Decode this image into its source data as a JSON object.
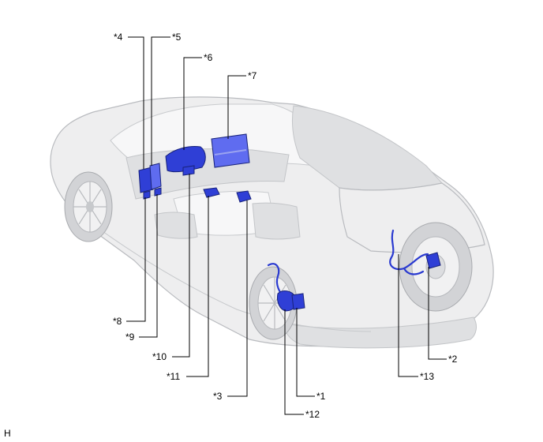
{
  "callouts": [
    {
      "id": "c4",
      "label": "*4"
    },
    {
      "id": "c5",
      "label": "*5"
    },
    {
      "id": "c6",
      "label": "*6"
    },
    {
      "id": "c7",
      "label": "*7"
    },
    {
      "id": "c8",
      "label": "*8"
    },
    {
      "id": "c9",
      "label": "*9"
    },
    {
      "id": "c10",
      "label": "*10"
    },
    {
      "id": "c11",
      "label": "*11"
    },
    {
      "id": "c3",
      "label": "*3"
    },
    {
      "id": "c1",
      "label": "*1"
    },
    {
      "id": "c12",
      "label": "*12"
    },
    {
      "id": "c13",
      "label": "*13"
    },
    {
      "id": "c2",
      "label": "*2"
    }
  ],
  "view_marker": "H",
  "colors": {
    "component": "#2f3fd6",
    "vehicle_body": "#eeeeef",
    "leader_line": "#000000"
  }
}
